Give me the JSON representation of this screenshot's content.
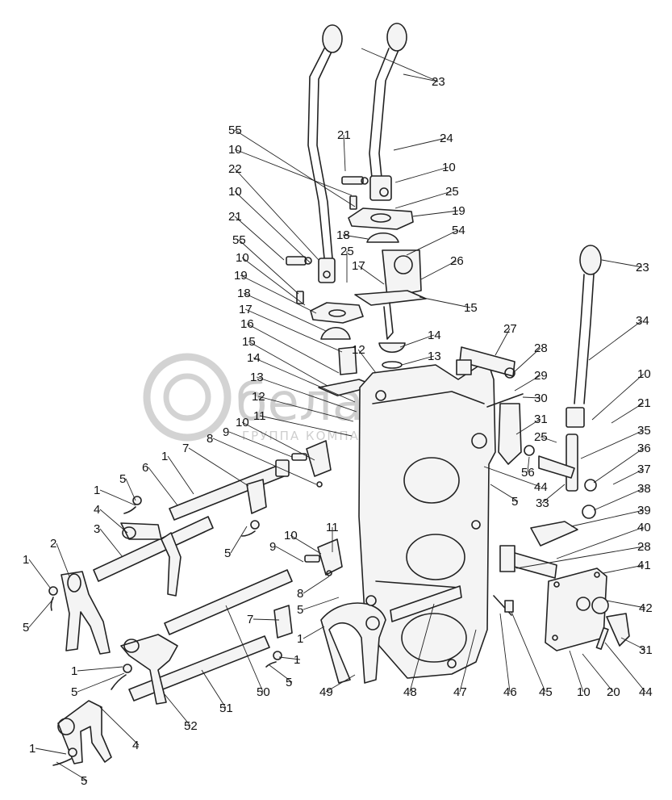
{
  "watermark": {
    "brand": "белагро",
    "tagline": "ГРУППА КОМПАНИЙ"
  },
  "labels": [
    {
      "id": "l23a",
      "text": "23"
    },
    {
      "id": "l24",
      "text": "24"
    },
    {
      "id": "l21a",
      "text": "21"
    },
    {
      "id": "l10a",
      "text": "10"
    },
    {
      "id": "l25a",
      "text": "25"
    },
    {
      "id": "l19a",
      "text": "19"
    },
    {
      "id": "l55a",
      "text": "55"
    },
    {
      "id": "l10b",
      "text": "10"
    },
    {
      "id": "l22",
      "text": "22"
    },
    {
      "id": "l10c",
      "text": "10"
    },
    {
      "id": "l18a",
      "text": "18"
    },
    {
      "id": "l54",
      "text": "54"
    },
    {
      "id": "l21b",
      "text": "21"
    },
    {
      "id": "l25b",
      "text": "25"
    },
    {
      "id": "l26",
      "text": "26"
    },
    {
      "id": "l17a",
      "text": "17"
    },
    {
      "id": "l55b",
      "text": "55"
    },
    {
      "id": "l10d",
      "text": "10"
    },
    {
      "id": "l15a",
      "text": "15"
    },
    {
      "id": "l19b",
      "text": "19"
    },
    {
      "id": "l18b",
      "text": "18"
    },
    {
      "id": "l17b",
      "text": "17"
    },
    {
      "id": "l16",
      "text": "16"
    },
    {
      "id": "l14a",
      "text": "14"
    },
    {
      "id": "l12a",
      "text": "12"
    },
    {
      "id": "l13a",
      "text": "13"
    },
    {
      "id": "l15b",
      "text": "15"
    },
    {
      "id": "l14b",
      "text": "14"
    },
    {
      "id": "l13b",
      "text": "13"
    },
    {
      "id": "l12b",
      "text": "12"
    },
    {
      "id": "l11a",
      "text": "11"
    },
    {
      "id": "l10e",
      "text": "10"
    },
    {
      "id": "l9a",
      "text": "9"
    },
    {
      "id": "l8a",
      "text": "8"
    },
    {
      "id": "l7a",
      "text": "7"
    },
    {
      "id": "l23b",
      "text": "23"
    },
    {
      "id": "l34",
      "text": "34"
    },
    {
      "id": "l27",
      "text": "27"
    },
    {
      "id": "l28a",
      "text": "28"
    },
    {
      "id": "l29",
      "text": "29"
    },
    {
      "id": "l30",
      "text": "30"
    },
    {
      "id": "l31a",
      "text": "31"
    },
    {
      "id": "l10f",
      "text": "10"
    },
    {
      "id": "l21c",
      "text": "21"
    },
    {
      "id": "l35",
      "text": "35"
    },
    {
      "id": "l25c",
      "text": "25"
    },
    {
      "id": "l36",
      "text": "36"
    },
    {
      "id": "l56",
      "text": "56"
    },
    {
      "id": "l37",
      "text": "37"
    },
    {
      "id": "l44a",
      "text": "44"
    },
    {
      "id": "l33",
      "text": "33"
    },
    {
      "id": "l38",
      "text": "38"
    },
    {
      "id": "l5a",
      "text": "5"
    },
    {
      "id": "l39",
      "text": "39"
    },
    {
      "id": "l40",
      "text": "40"
    },
    {
      "id": "l28b",
      "text": "28"
    },
    {
      "id": "l41",
      "text": "41"
    },
    {
      "id": "l42",
      "text": "42"
    },
    {
      "id": "l31b",
      "text": "31"
    },
    {
      "id": "l44b",
      "text": "44"
    },
    {
      "id": "l20",
      "text": "20"
    },
    {
      "id": "l10g",
      "text": "10"
    },
    {
      "id": "l45",
      "text": "45"
    },
    {
      "id": "l46",
      "text": "46"
    },
    {
      "id": "l47",
      "text": "47"
    },
    {
      "id": "l48",
      "text": "48"
    },
    {
      "id": "l49",
      "text": "49"
    },
    {
      "id": "l50",
      "text": "50"
    },
    {
      "id": "l51",
      "text": "51"
    },
    {
      "id": "l52",
      "text": "52"
    },
    {
      "id": "l6",
      "text": "6"
    },
    {
      "id": "l1a",
      "text": "1"
    },
    {
      "id": "l5b",
      "text": "5"
    },
    {
      "id": "l1b",
      "text": "1"
    },
    {
      "id": "l4a",
      "text": "4"
    },
    {
      "id": "l3",
      "text": "3"
    },
    {
      "id": "l2",
      "text": "2"
    },
    {
      "id": "l1c",
      "text": "1"
    },
    {
      "id": "l5c",
      "text": "5"
    },
    {
      "id": "l5d",
      "text": "5"
    },
    {
      "id": "l11b",
      "text": "11"
    },
    {
      "id": "l10h",
      "text": "10"
    },
    {
      "id": "l9b",
      "text": "9"
    },
    {
      "id": "l8b",
      "text": "8"
    },
    {
      "id": "l5e",
      "text": "5"
    },
    {
      "id": "l7b",
      "text": "7"
    },
    {
      "id": "l1d",
      "text": "1"
    },
    {
      "id": "l1e",
      "text": "1"
    },
    {
      "id": "l5f",
      "text": "5"
    },
    {
      "id": "l1f",
      "text": "1"
    },
    {
      "id": "l5g",
      "text": "5"
    },
    {
      "id": "l4b",
      "text": "4"
    },
    {
      "id": "l1g",
      "text": "1"
    },
    {
      "id": "l5h",
      "text": "5"
    }
  ]
}
